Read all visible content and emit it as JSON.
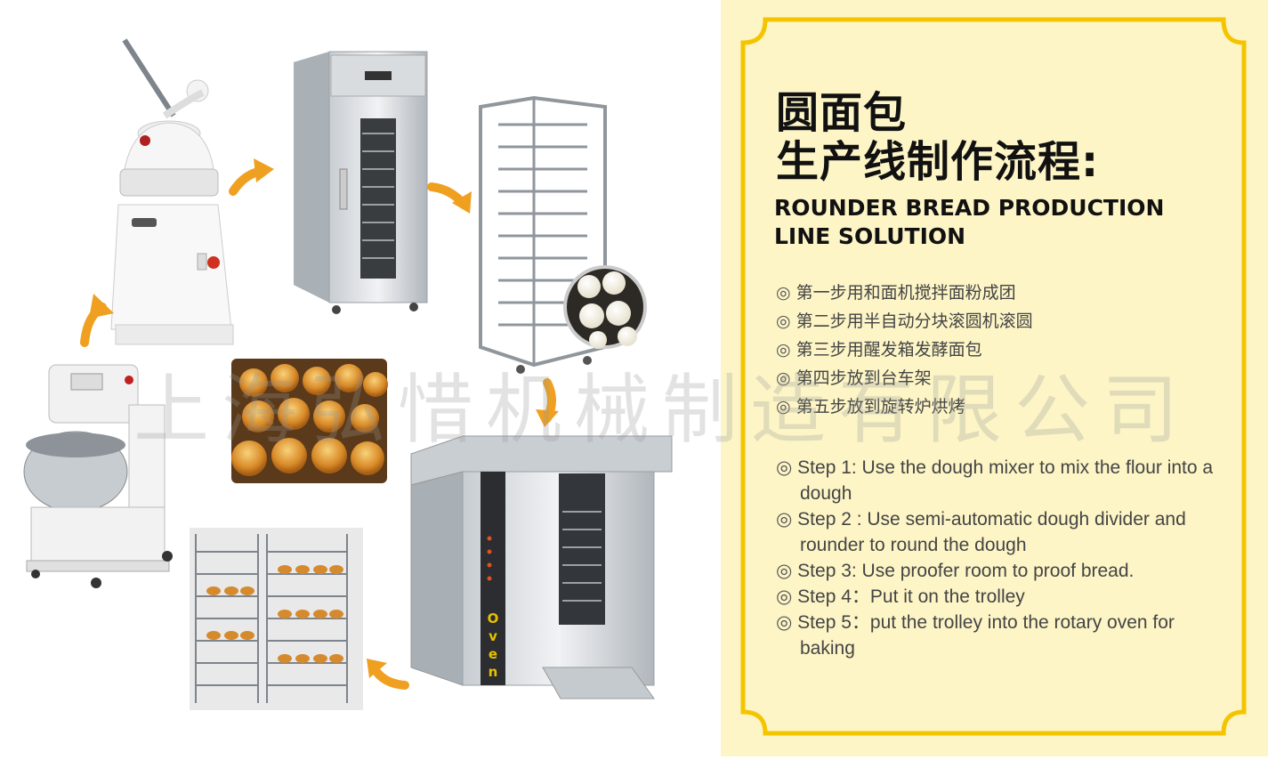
{
  "title_cn": [
    "圆面包",
    "生产线制作流程:"
  ],
  "title_en": [
    "ROUNDER BREAD PRODUCTION",
    "LINE SOLUTION"
  ],
  "bullet_mark": "◎",
  "steps_cn": [
    "第一步用和面机搅拌面粉成团",
    "第二步用半自动分块滚圆机滚圆",
    "第三步用醒发箱发酵面包",
    "第四步放到台车架",
    "第五步放到旋转炉烘烤"
  ],
  "steps_en": [
    "Step 1:  Use the dough mixer to mix the flour into a dough",
    "Step 2 :  Use semi-automatic dough divider and rounder to round the dough",
    "Step 3:  Use proofer room to proof bread.",
    "Step 4：Put it on the trolley",
    "Step 5：put the trolley into the rotary oven for baking"
  ],
  "watermark": "上海弘惜机械制造有限公司",
  "oven_label": [
    "O",
    "v",
    "e",
    "n"
  ],
  "colors": {
    "panel": "#fdf5c6",
    "frame": "#f5c400",
    "arrow": "#f0a020",
    "steel": "#b8bec4"
  }
}
